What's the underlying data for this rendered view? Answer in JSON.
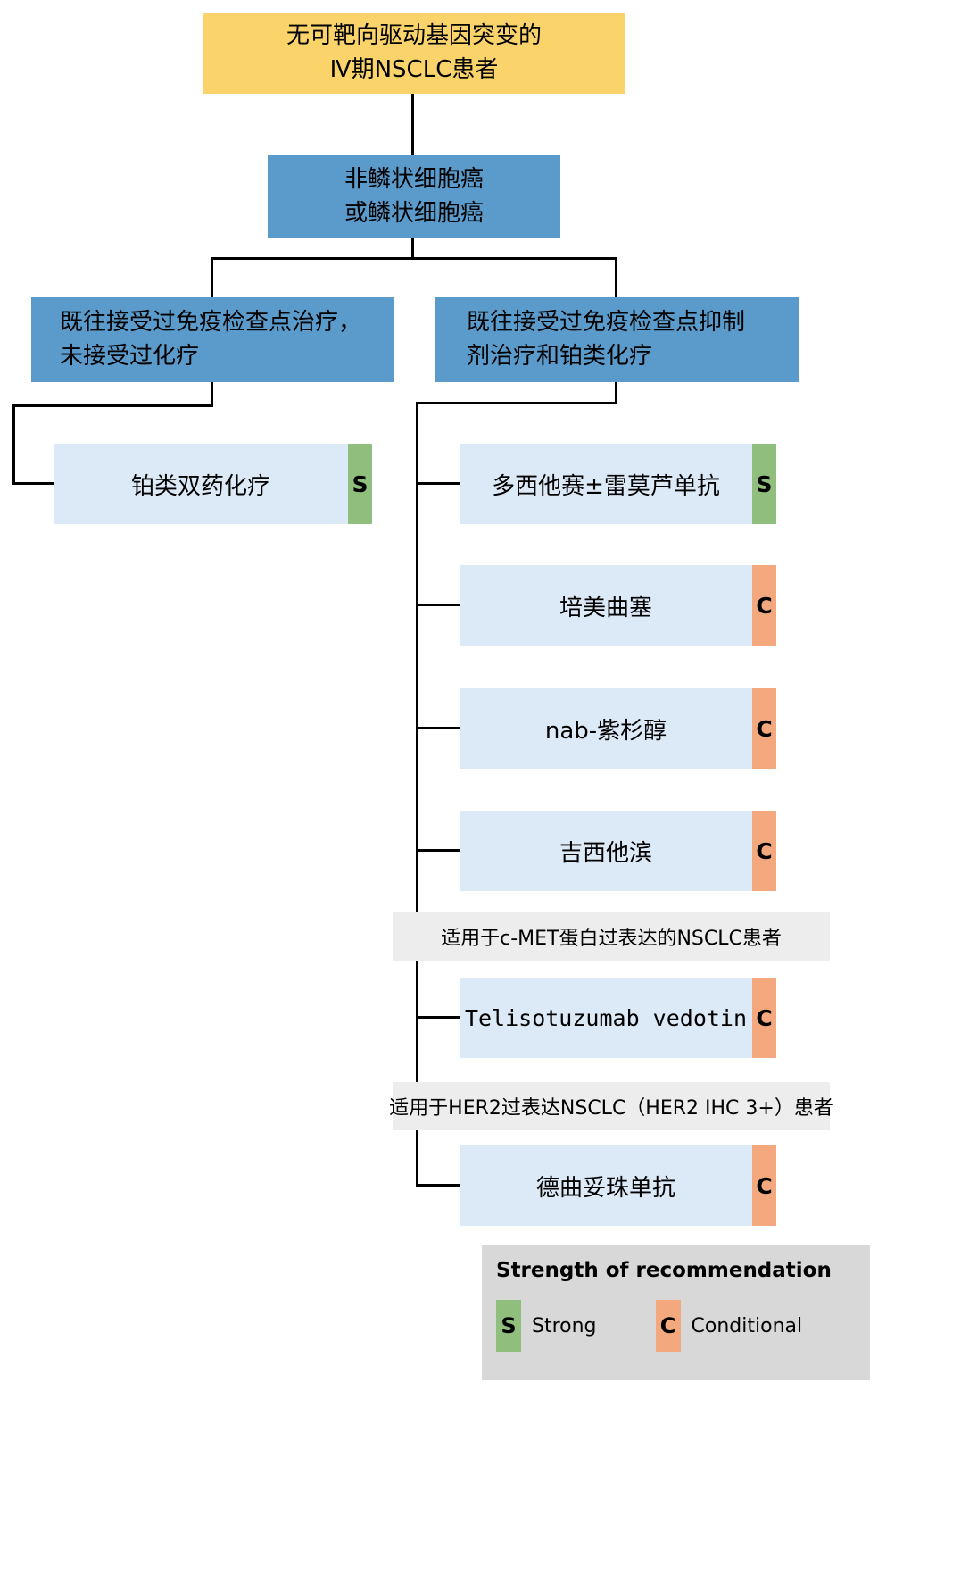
{
  "nodes": {
    "root": "无可靶向驱动基因突变的\nⅣ期NSCLC患者",
    "histology": "非鳞状细胞癌\n或鳞状细胞癌",
    "left_branch": "既往接受过免疫检查点治疗，\n未接受过化疗",
    "right_branch": "既往接受过免疫检查点抑制\n剂治疗和铂类化疗"
  },
  "treatments": {
    "left": {
      "label": "铂类双药化疗",
      "grade": "S"
    },
    "right": [
      {
        "label": "多西他赛±雷莫芦单抗",
        "grade": "S"
      },
      {
        "label": "培美曲塞",
        "grade": "C"
      },
      {
        "label": "nab-紫杉醇",
        "grade": "C"
      },
      {
        "label": "吉西他滨",
        "grade": "C"
      },
      {
        "label": "Telisotuzumab vedotin",
        "grade": "C"
      },
      {
        "label": "德曲妥珠单抗",
        "grade": "C"
      }
    ]
  },
  "notes": {
    "cmet": "适用于c-MET蛋白过表达的NSCLC患者",
    "her2": "适用于HER2过表达NSCLC（HER2 IHC 3+）患者"
  },
  "legend": {
    "title": "Strength of recommendation",
    "items": [
      {
        "grade": "S",
        "label": "Strong"
      },
      {
        "grade": "C",
        "label": "Conditional"
      }
    ]
  },
  "colors": {
    "root_box": "#FAD46B",
    "branch_box": "#5B9BCB",
    "treatment_box": "#DCE9F6",
    "strong_green": "#90BE7C",
    "conditional_orange": "#F3A97D",
    "note_gray": "#EDEDED",
    "legend_gray": "#D8D8D8",
    "connector_black": "#000000"
  }
}
